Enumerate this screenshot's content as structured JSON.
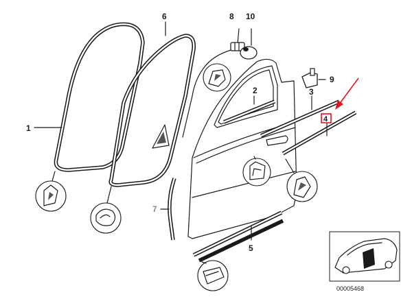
{
  "labels": {
    "p1": "1",
    "p2": "2",
    "p3": "3",
    "p4": "4",
    "p5": "5",
    "p6": "6",
    "p7": "7",
    "p8": "8",
    "p9": "9",
    "p10": "10"
  },
  "diagram_id": "00005468",
  "colors": {
    "highlight": "#e0141e",
    "arrow": "#e0141e",
    "line": "#1a1a1a",
    "dim_label": "#888888"
  }
}
